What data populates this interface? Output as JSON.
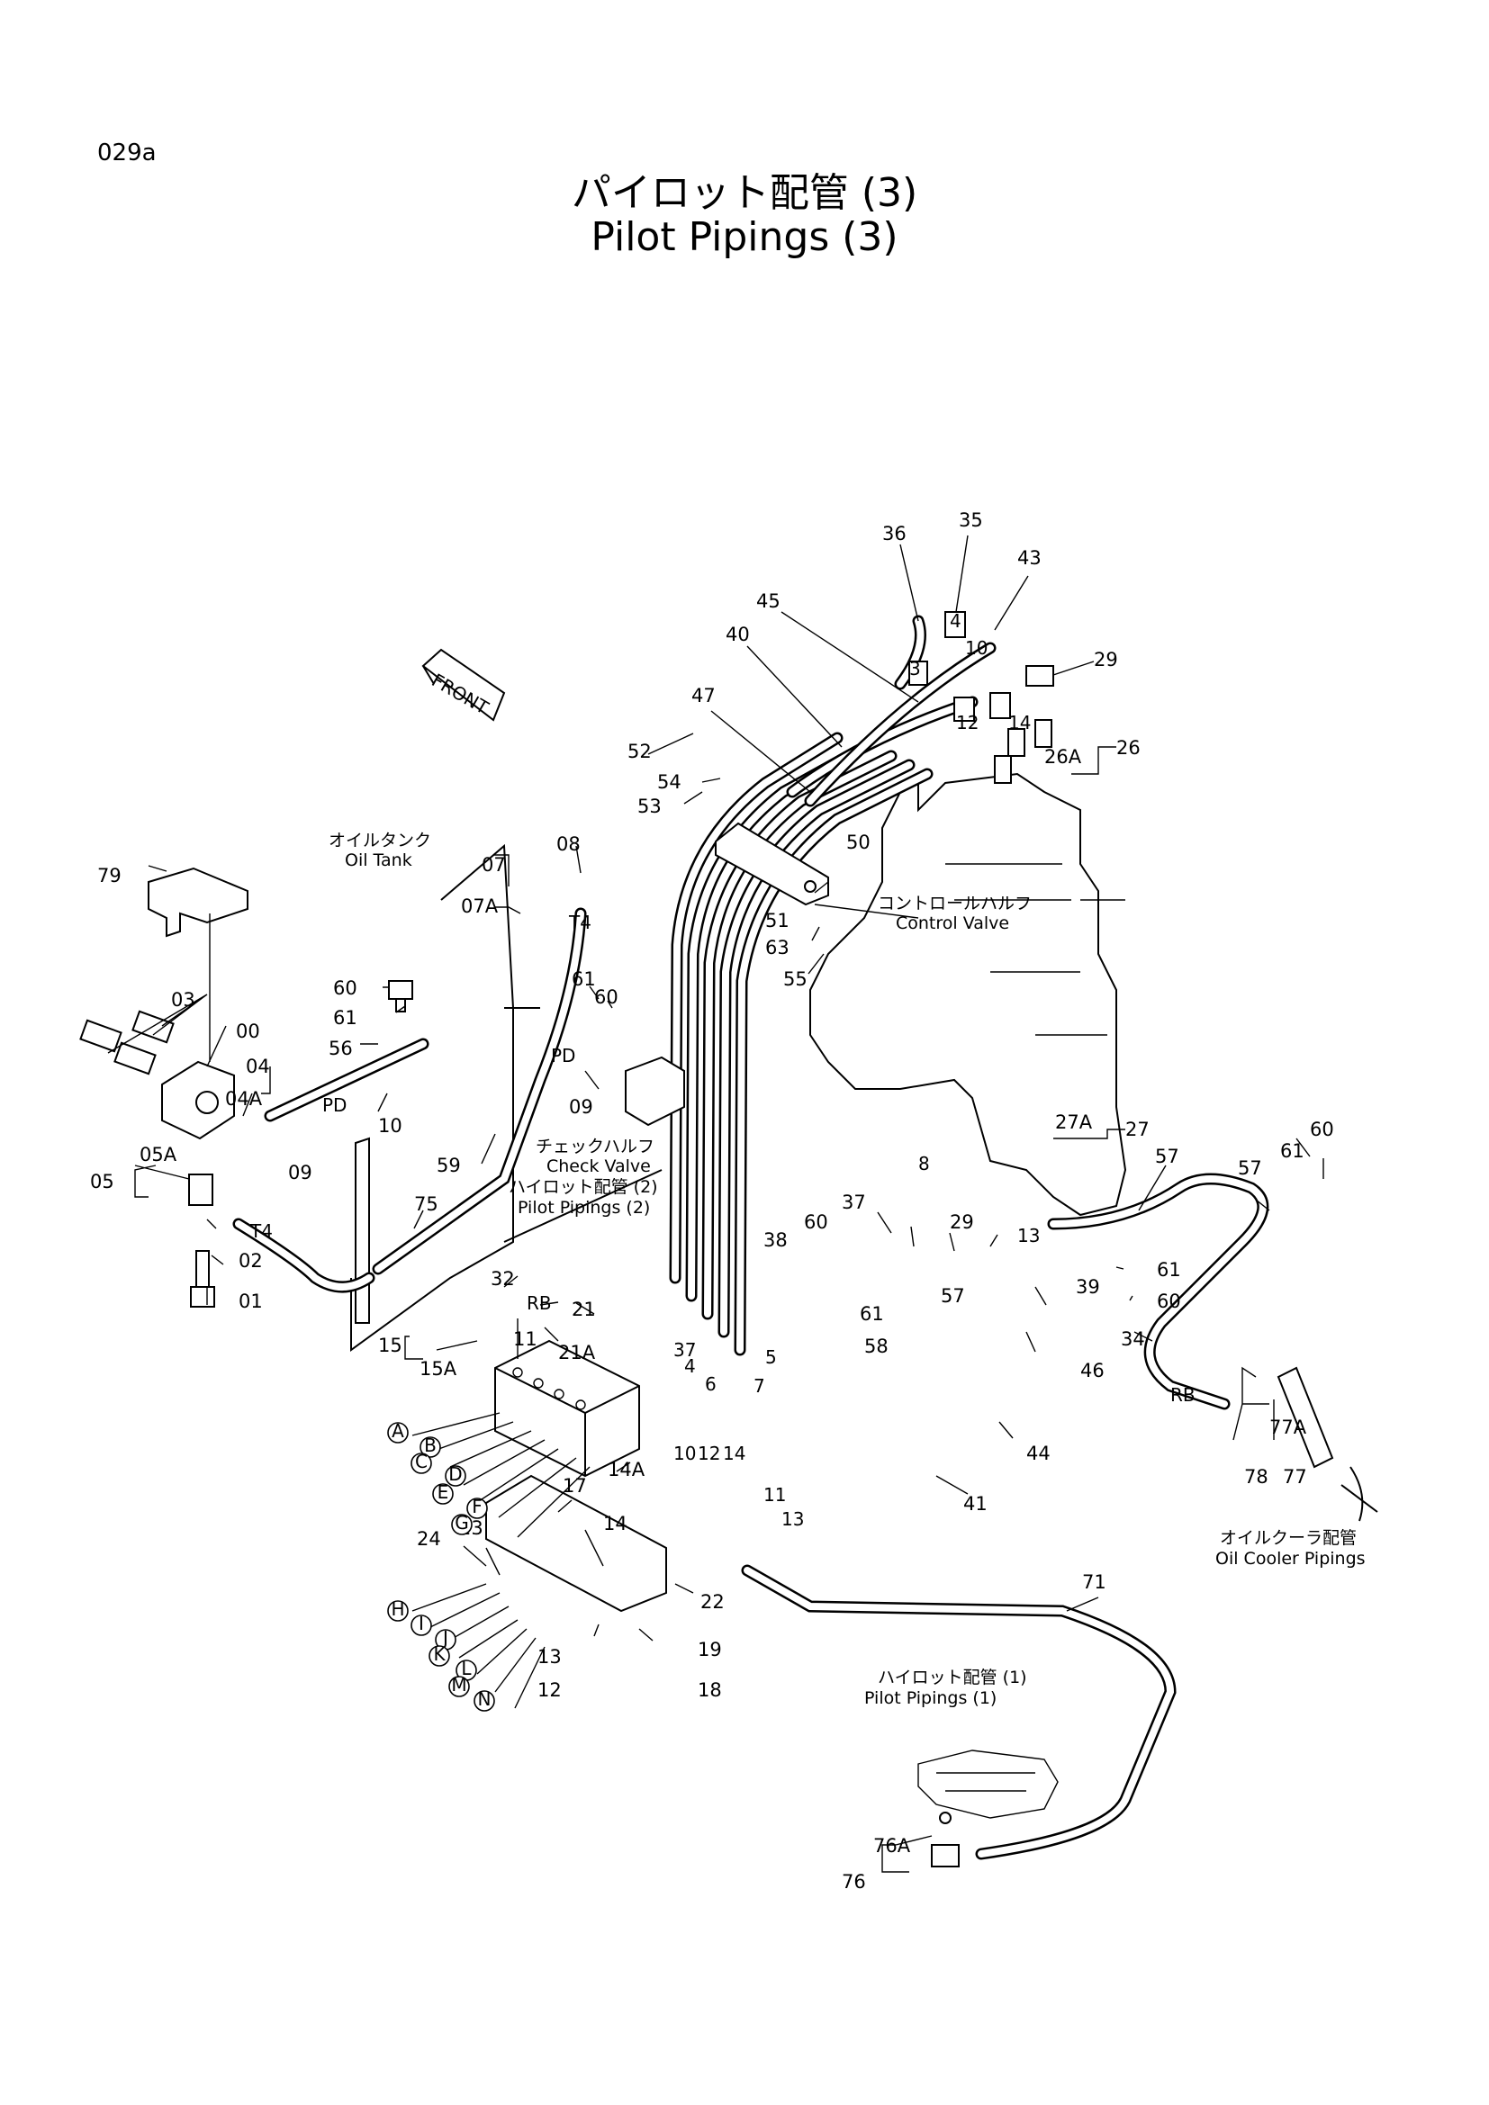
{
  "page_id": "029a",
  "title_jp": "パイロット配管 (3)",
  "title_en": "Pilot Pipings (3)",
  "front_label": "FRONT",
  "notes": {
    "oil_tank_jp": "オイルタンク",
    "oil_tank_en": "Oil Tank",
    "control_valve_jp": "コントロールハルフ",
    "control_valve_en": "Control Valve",
    "check_valve_jp": "チェックハルフ",
    "check_valve_en": "Check Valve",
    "pilot_pipings2_jp": "ハイロット配管 (2)",
    "pilot_pipings2_en": "Pilot Pipings (2)",
    "pilot_pipings1_jp": "ハイロット配管 (1)",
    "pilot_pipings1_en": "Pilot Pipings (1)",
    "oil_cooler_jp": "オイルクーラ配管",
    "oil_cooler_en": "Oil Cooler Pipings"
  },
  "small_marks": {
    "t4": "T4",
    "pd_a": "PD",
    "pd_b": "PD",
    "t4_b": "T4",
    "rb_a": "RB",
    "rb_b": "RB"
  },
  "callouts": {
    "c36": "36",
    "c35": "35",
    "c43": "43",
    "c45": "45",
    "c29": "29",
    "c40": "40",
    "c47": "47",
    "c26": "26",
    "c26a": "26A",
    "c52": "52",
    "c54": "54",
    "c53": "53",
    "c50": "50",
    "c51": "51",
    "c63": "63",
    "c55": "55",
    "c79": "79",
    "c07": "07",
    "c07a": "07A",
    "c08": "08",
    "c60a": "60",
    "c61a": "61",
    "c56": "56",
    "c03": "03",
    "c00": "00",
    "c04": "04",
    "c04a": "04A",
    "c10": "10",
    "c09a": "09",
    "c61b": "61",
    "c60b": "60",
    "c09b": "09",
    "c05": "05",
    "c05a": "05A",
    "c02": "02",
    "c01": "01",
    "c59": "59",
    "c75": "75",
    "c27a": "27A",
    "c27": "27",
    "c57a": "57",
    "c57b": "57",
    "c61c": "61",
    "c60c": "60",
    "c37": "37",
    "c38": "38",
    "c60d": "60",
    "c29b": "29",
    "c57c": "57",
    "c61d": "61",
    "c58": "58",
    "c61e": "61",
    "c60e": "60",
    "c39": "39",
    "c34": "34",
    "c46": "46",
    "c32": "32",
    "c21": "21",
    "c21a": "21A",
    "c15": "15",
    "c15a": "15A",
    "c11": "11",
    "c44": "44",
    "c77a": "77A",
    "c78": "78",
    "c77": "77",
    "c41": "41",
    "c14a": "14A",
    "c17": "17",
    "c14": "14",
    "c24": "24",
    "c23": "23",
    "c22": "22",
    "c13": "13",
    "c19": "19",
    "c12": "12",
    "c18": "18",
    "c71": "71",
    "c76a": "76A",
    "c76": "76",
    "p5": "5",
    "p7": "7",
    "p6": "6",
    "p10": "10",
    "p12": "12",
    "p14": "14",
    "p11": "11",
    "p13b": "13",
    "p37": "37",
    "p4": "4",
    "p8": "8",
    "p13c": "13",
    "p14b": "14",
    "p12b": "12",
    "p10b": "10",
    "p3": "3",
    "p4b": "4"
  },
  "port_letters": [
    "A",
    "B",
    "C",
    "D",
    "E",
    "F",
    "G",
    "H",
    "I",
    "J",
    "K",
    "L",
    "M",
    "N"
  ]
}
